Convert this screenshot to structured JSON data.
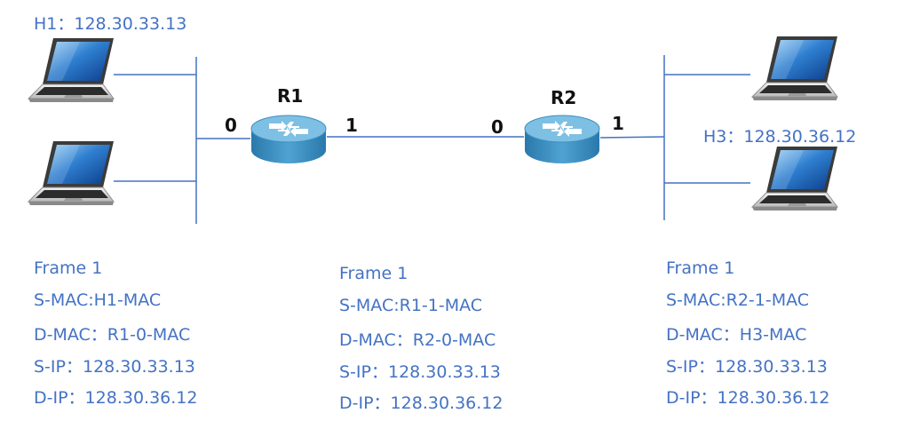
{
  "colors": {
    "label_text": "#4472c4",
    "link_line": "#4472c4",
    "router_body": "#3a8fc2",
    "router_top": "#6fb7dd"
  },
  "hosts": {
    "h1": {
      "label": "H1：128.30.33.13"
    },
    "h3": {
      "label": "H3：128.30.36.12"
    }
  },
  "routers": {
    "r1": {
      "name": "R1",
      "port_left": "0",
      "port_right": "1"
    },
    "r2": {
      "name": "R2",
      "port_left": "0",
      "port_right": "1"
    }
  },
  "frames": [
    {
      "title": "Frame 1",
      "s_mac": "S-MAC:H1-MAC",
      "d_mac": "D-MAC：R1-0-MAC",
      "s_ip": "S-IP：128.30.33.13",
      "d_ip": "D-IP：128.30.36.12"
    },
    {
      "title": "Frame 1",
      "s_mac": "S-MAC:R1-1-MAC",
      "d_mac": "D-MAC：R2-0-MAC",
      "s_ip": "S-IP：128.30.33.13",
      "d_ip": "D-IP：128.30.36.12"
    },
    {
      "title": "Frame 1",
      "s_mac": "S-MAC:R2-1-MAC",
      "d_mac": "D-MAC：H3-MAC",
      "s_ip": "S-IP：128.30.33.13",
      "d_ip": "D-IP：128.30.36.12"
    }
  ]
}
